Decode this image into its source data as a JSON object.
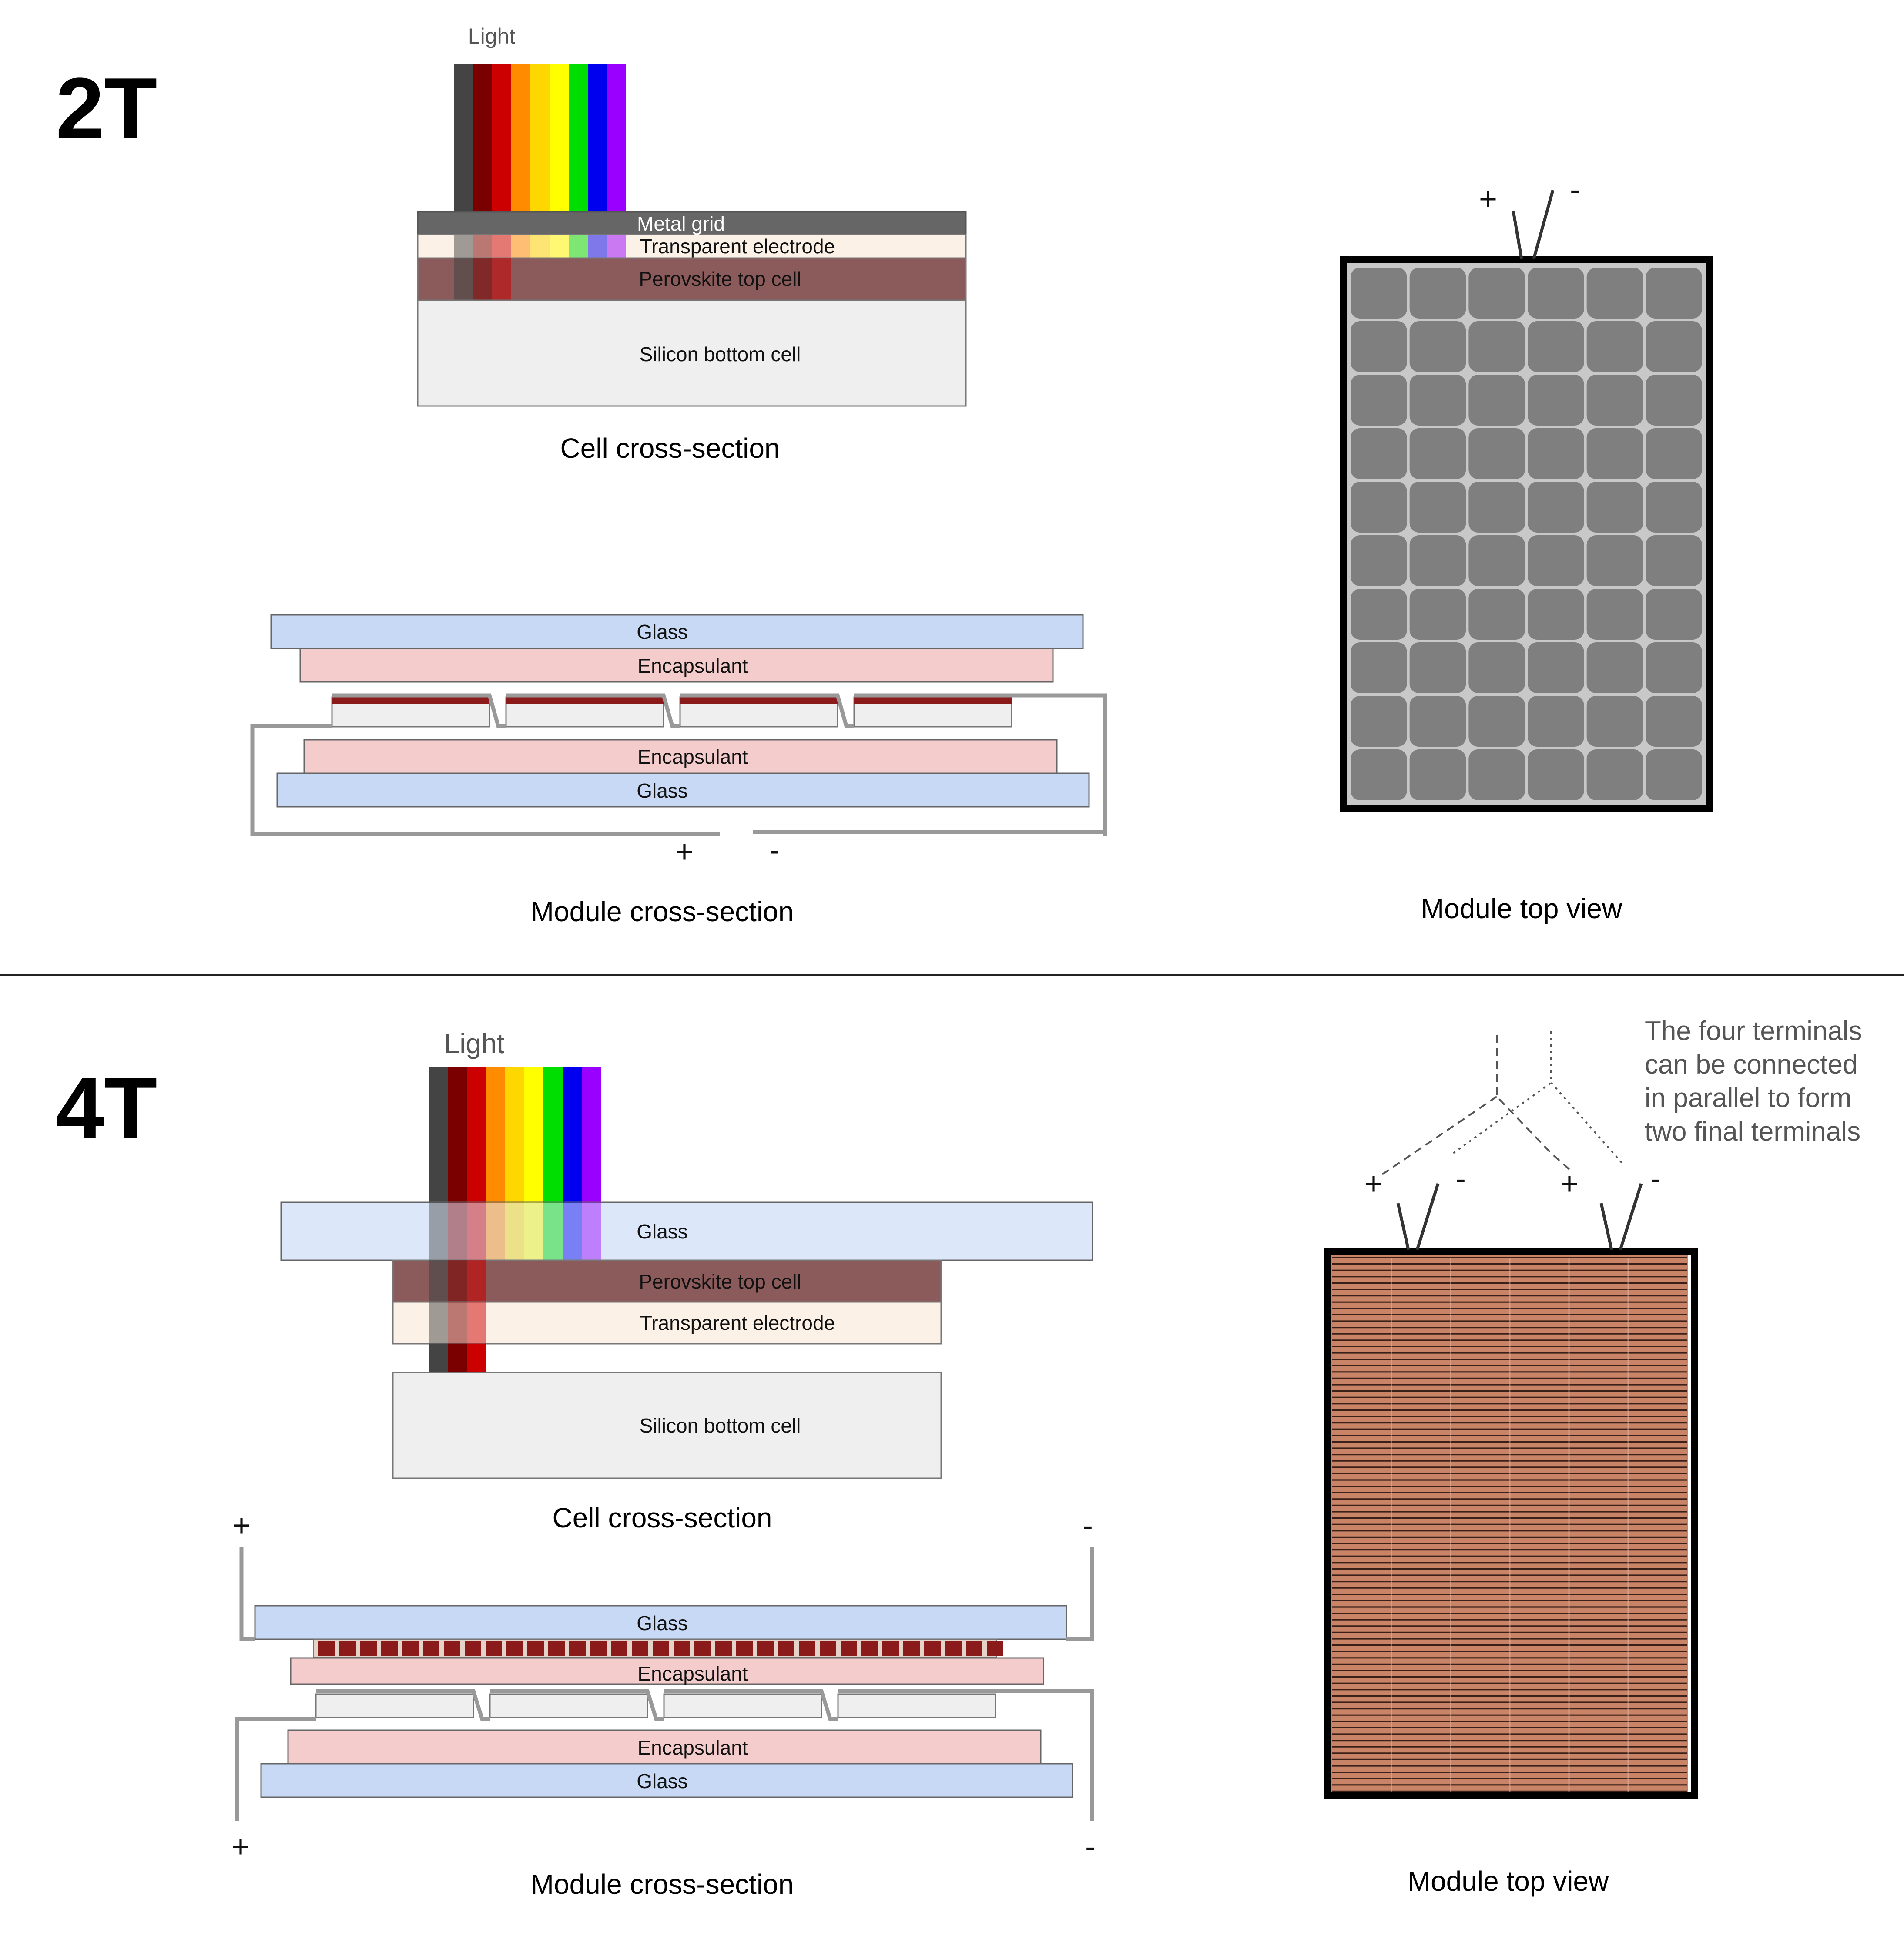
{
  "sections": {
    "two_t": {
      "title": "2T",
      "light_label": "Light",
      "cell_layers": {
        "metal_grid": "Metal grid",
        "transparent_electrode": "Transparent electrode",
        "perovskite_top_cell": "Perovskite top cell",
        "silicon_bottom_cell": "Silicon bottom cell"
      },
      "cell_caption": "Cell cross-section",
      "module_layers": {
        "glass_top": "Glass",
        "encapsulant_top": "Encapsulant",
        "encapsulant_bottom": "Encapsulant",
        "glass_bottom": "Glass"
      },
      "module_plus": "+",
      "module_minus": "-",
      "module_caption": "Module cross-section",
      "top_view_plus": "+",
      "top_view_minus": "-",
      "top_view_caption": "Module top view"
    },
    "four_t": {
      "title": "4T",
      "light_label": "Light",
      "cell_layers": {
        "glass": "Glass",
        "perovskite_top_cell": "Perovskite top cell",
        "transparent_electrode": "Transparent electrode",
        "silicon_bottom_cell": "Silicon bottom cell"
      },
      "cell_caption": "Cell cross-section",
      "module_layers": {
        "glass_top": "Glass",
        "encapsulant_top": "Encapsulant",
        "encapsulant_bottom": "Encapsulant",
        "glass_bottom": "Glass"
      },
      "module_top_plus": "+",
      "module_top_minus": "-",
      "module_bottom_plus": "+",
      "module_bottom_minus": "-",
      "module_caption": "Module cross-section",
      "top_view_terminals": [
        "+",
        "-",
        "+",
        "-"
      ],
      "terminal_note": [
        "The four terminals",
        "can be connected",
        "in parallel to form",
        "two final terminals"
      ],
      "top_view_caption": "Module top view"
    }
  },
  "colors": {
    "spectrum": [
      "#444444",
      "#7a0000",
      "#cc0000",
      "#ff8c00",
      "#ffd700",
      "#ffff00",
      "#00dd00",
      "#0000ee",
      "#9900ff"
    ],
    "glass": "#c8d9f5",
    "glass_light": "#dce7f9",
    "encapsulant": "#f4cccc",
    "perovskite": "#8b5b5b",
    "transparent_electrode": "#fcf1e6",
    "silicon": "#efefef",
    "metal_grid": "#666666",
    "cell_2t_fill": "#7f7f7f",
    "cell_4t_fill": "#c98468"
  }
}
